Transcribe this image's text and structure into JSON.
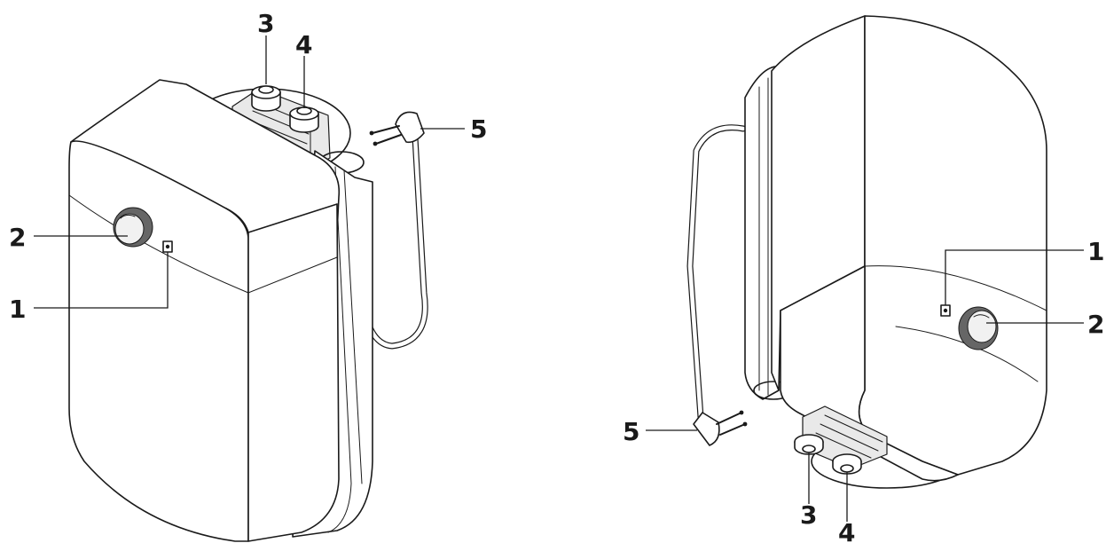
{
  "callouts": {
    "left": {
      "c1": "1",
      "c2": "2",
      "c3": "3",
      "c4": "4",
      "c5": "5"
    },
    "right": {
      "c1": "1",
      "c2": "2",
      "c3": "3",
      "c4": "4",
      "c5": "5"
    }
  }
}
